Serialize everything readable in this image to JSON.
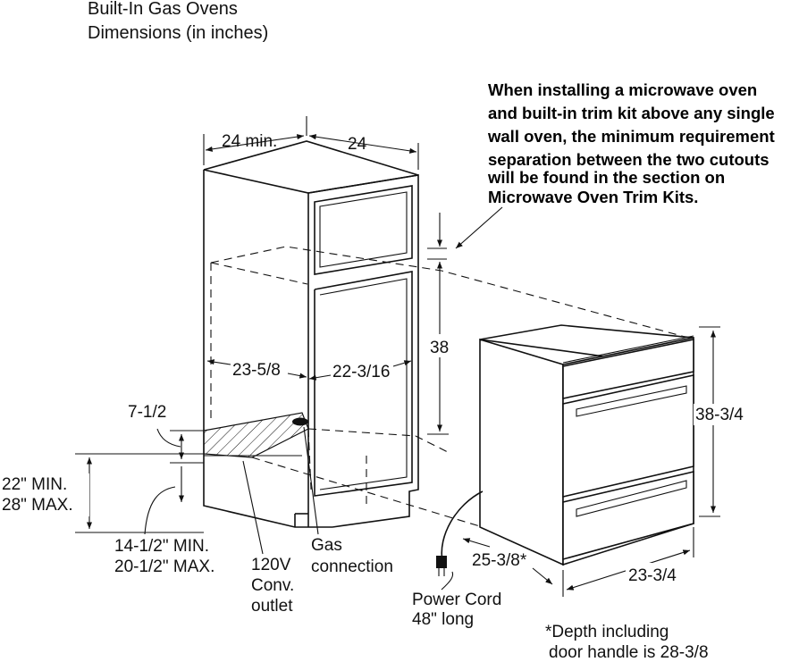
{
  "title": {
    "line1": "Built-In Gas Ovens",
    "line2": "Dimensions (in inches)"
  },
  "note": {
    "lines": [
      "When installing a microwave oven",
      "and built-in trim kit above any single",
      "wall oven, the minimum requirement",
      "separation between the two cutouts",
      "will be found in the section on",
      "Microwave Oven Trim Kits."
    ]
  },
  "dimensions": {
    "cabinet_width_min": "24 min.",
    "cabinet_width": "24",
    "cutout_height": "38",
    "cutout_width": "23-5/8",
    "cutout_inner_width": "22-3/16",
    "gap_height": "7-1/2",
    "floor_height_min": "22\" MIN.",
    "floor_height_max": "28\" MAX.",
    "base_height_min": "14-1/2\" MIN.",
    "base_height_max": "20-1/2\" MAX.",
    "oven_height": "38-3/4",
    "oven_depth": "25-3/8*",
    "oven_width": "23-3/4"
  },
  "callouts": {
    "outlet": [
      "120V",
      "Conv.",
      "outlet"
    ],
    "gas": [
      "Gas",
      "connection"
    ],
    "power_cord": [
      "Power Cord",
      "48\" long"
    ]
  },
  "footnote": {
    "line1": "*Depth including",
    "line2": "door handle is 28-3/8"
  }
}
